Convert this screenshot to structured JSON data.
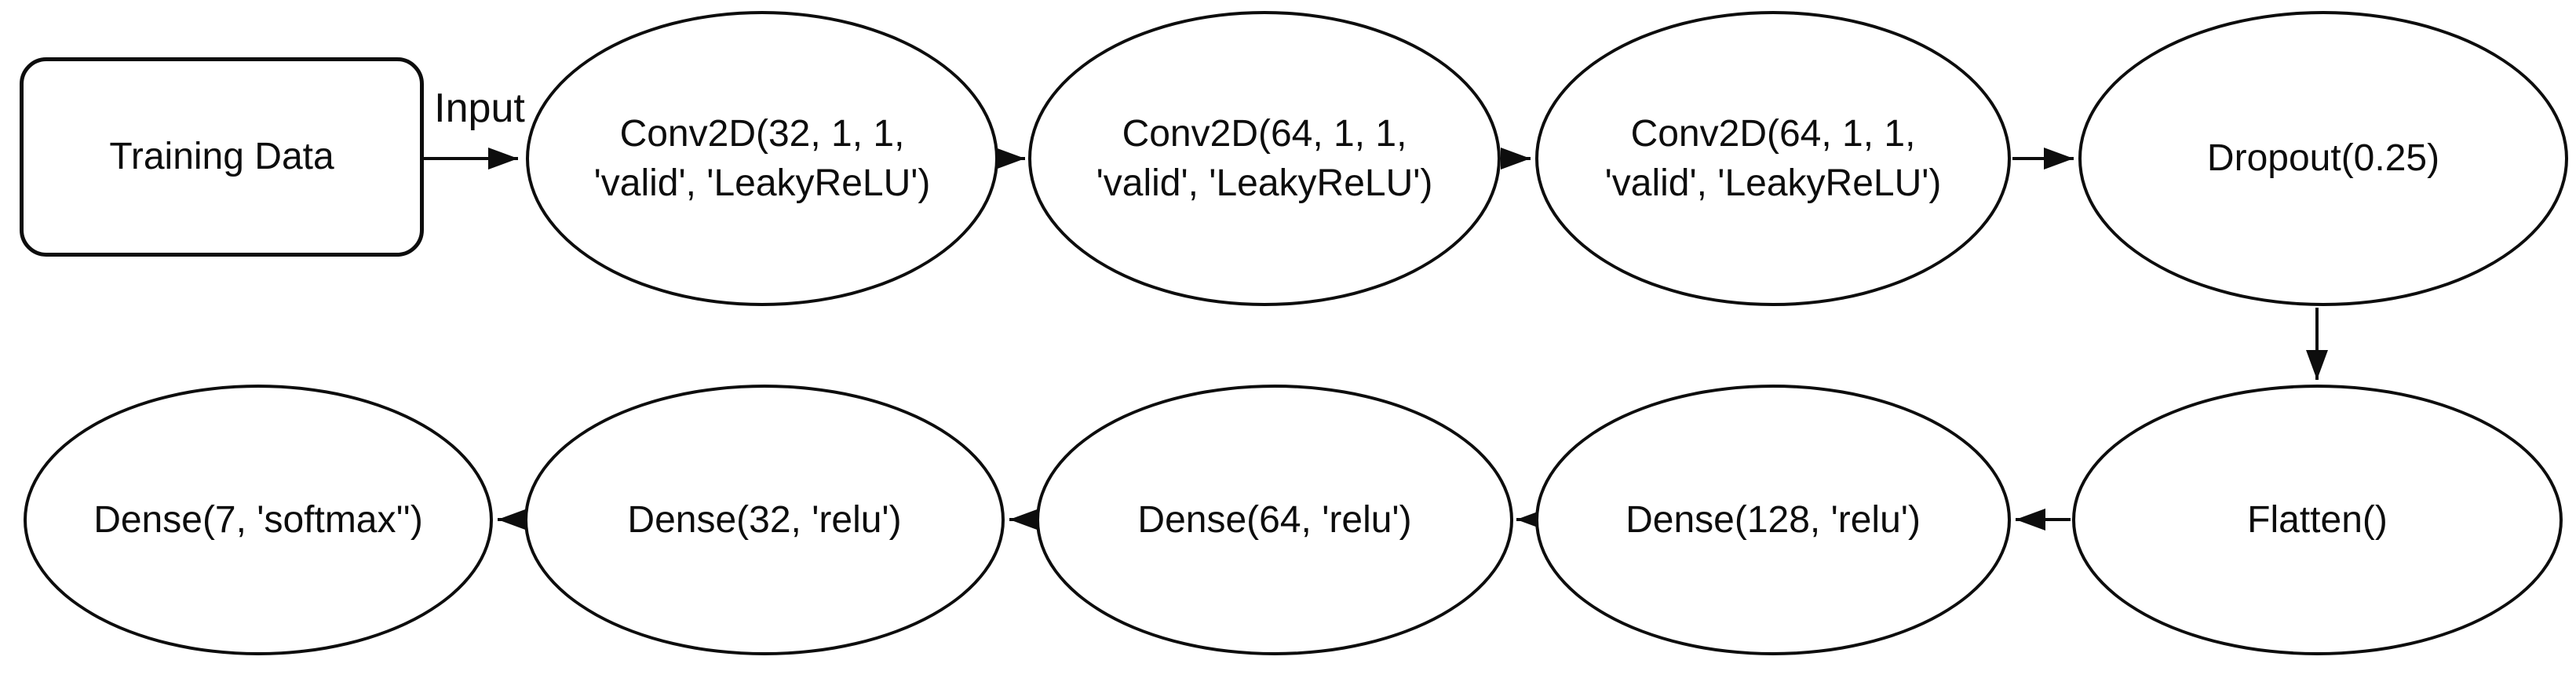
{
  "page": {
    "background": "#ffffff",
    "stroke_color": "#0d0d0d",
    "text_color": "#0d0d0d"
  },
  "diagram": {
    "type": "flowchart",
    "description": "CNN model architecture pipeline from training data through convolutional, dropout, flatten and dense layers",
    "nodes": [
      {
        "id": "training_data",
        "shape": "rounded-rectangle",
        "label": "Training Data"
      },
      {
        "id": "conv1",
        "shape": "ellipse",
        "label": "Conv2D(32, 1, 1, 'valid', 'LeakyReLU')"
      },
      {
        "id": "conv2",
        "shape": "ellipse",
        "label": "Conv2D(64, 1, 1, 'valid', 'LeakyReLU')"
      },
      {
        "id": "conv3",
        "shape": "ellipse",
        "label": "Conv2D(64, 1, 1, 'valid', 'LeakyReLU')"
      },
      {
        "id": "dropout",
        "shape": "ellipse",
        "label": "Dropout(0.25)"
      },
      {
        "id": "flatten",
        "shape": "ellipse",
        "label": "Flatten()"
      },
      {
        "id": "dense128",
        "shape": "ellipse",
        "label": "Dense(128, 'relu')"
      },
      {
        "id": "dense64",
        "shape": "ellipse",
        "label": "Dense(64, 'relu')"
      },
      {
        "id": "dense32",
        "shape": "ellipse",
        "label": "Dense(32, 'relu')"
      },
      {
        "id": "dense7",
        "shape": "ellipse",
        "label": "Dense(7, 'softmax'')"
      }
    ],
    "edges": [
      {
        "from": "training_data",
        "to": "conv1",
        "label": "Input"
      },
      {
        "from": "conv1",
        "to": "conv2",
        "label": ""
      },
      {
        "from": "conv2",
        "to": "conv3",
        "label": ""
      },
      {
        "from": "conv3",
        "to": "dropout",
        "label": ""
      },
      {
        "from": "dropout",
        "to": "flatten",
        "label": ""
      },
      {
        "from": "flatten",
        "to": "dense128",
        "label": ""
      },
      {
        "from": "dense128",
        "to": "dense64",
        "label": ""
      },
      {
        "from": "dense64",
        "to": "dense32",
        "label": ""
      },
      {
        "from": "dense32",
        "to": "dense7",
        "label": ""
      }
    ]
  }
}
